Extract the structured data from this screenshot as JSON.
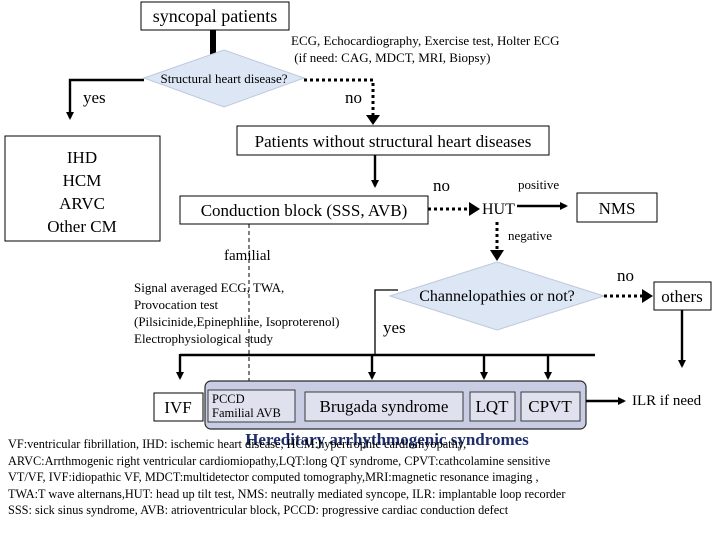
{
  "nodes": {
    "syncopal": "syncopal patients",
    "structural_q": "Structural heart disease?",
    "tests_line1": "ECG, Echocardiography, Exercise test, Holter ECG",
    "tests_line2": " (if need: CAG, MDCT, MRI, Biopsy)",
    "structural_list": [
      "IHD",
      "HCM",
      "ARVC",
      "Other CM"
    ],
    "no_structural": "Patients without structural heart diseases",
    "conduction": "Conduction block (SSS, AVB)",
    "hut": "HUT",
    "nms": "NMS",
    "channel_q": "Channelopathies or not?",
    "others": "others",
    "signal_lines": [
      "Signal averaged ECG, TWA,",
      "Provocation test",
      "(Pilsicinide,Epinephline, Isoproterenol)",
      "Electrophysiological study"
    ],
    "ivf": "IVF",
    "pccd_line1": "PCCD",
    "pccd_line2": "Familial AVB",
    "brugada": "Brugada syndrome",
    "lqt": "LQT",
    "cpvt": "CPVT",
    "ilr": "ILR if need",
    "group_title": "Hereditary arrhythmogenic syndromes"
  },
  "labels": {
    "yes_left": "yes",
    "no_structural": "no",
    "no_hut": "no",
    "positive": "positive",
    "negative": "negative",
    "familial": "familial",
    "no_others": "no",
    "yes_channel": "yes"
  },
  "legend": [
    "VF:ventricular fibrillation, IHD: ischemic heart disease, HCM:hypertrophic cardiomyopathy,",
    "ARVC:Arrthmogenic right ventricular cardiomiopathy,LQT:long QT syndrome, CPVT:cathcolamine sensitive",
    "VT/VF, IVF:idiopathic VF, MDCT:multidetector computed tomography,MRI:magnetic resonance imaging ,",
    "TWA:T wave alternans,HUT: head up tilt test, NMS: neutrally mediated syncope, ILR: implantable loop recorder",
    "SSS: sick sinus syndrome, AVB: atrioventricular block, PCCD: progressive cardiac conduction defect"
  ],
  "colors": {
    "title": "#1f2f6e",
    "group_fill": "#c8cde3",
    "diamond_fill": "#dde6f4"
  }
}
